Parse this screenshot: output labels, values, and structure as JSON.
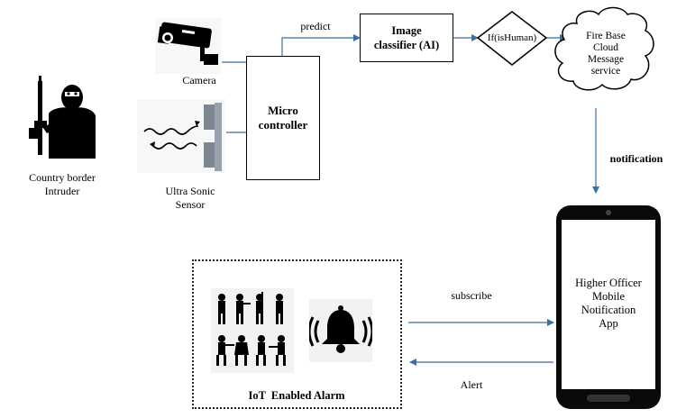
{
  "intruder": {
    "label_line1": "Country border",
    "label_line2": "Intruder",
    "icon": "armed-intruder-icon"
  },
  "camera": {
    "label": "Camera",
    "icon": "security-camera-icon"
  },
  "ultrasonic": {
    "label_line1": "Ultra Sonic",
    "label_line2": "Sensor",
    "icon": "ultrasonic-sensor-icon"
  },
  "microcontroller": {
    "label_line1": "Micro",
    "label_line2": "controller"
  },
  "edge_predict": "predict",
  "classifier": {
    "label_line1": "Image",
    "label_line2": "classifier (AI)"
  },
  "decision": {
    "label": "If(isHuman)"
  },
  "firebase": {
    "line1": "Fire Base",
    "line2": "Cloud",
    "line3": "Message",
    "line4": "service"
  },
  "edge_notification": "notification",
  "phone": {
    "line1": "Higher Officer",
    "line2": "Mobile",
    "line3": "Notification",
    "line4": "App",
    "icon": "smartphone-icon"
  },
  "edge_subscribe": "subscribe",
  "edge_alert": "Alert",
  "alarm": {
    "label": "IoT  Enabled Alarm",
    "soldiers_icon": "soldiers-silhouette-icon",
    "bell_icon": "alarm-bell-icon"
  },
  "colors": {
    "arrow": "#3a6ea5",
    "line": "#3a6ea5",
    "ink": "#000000"
  }
}
